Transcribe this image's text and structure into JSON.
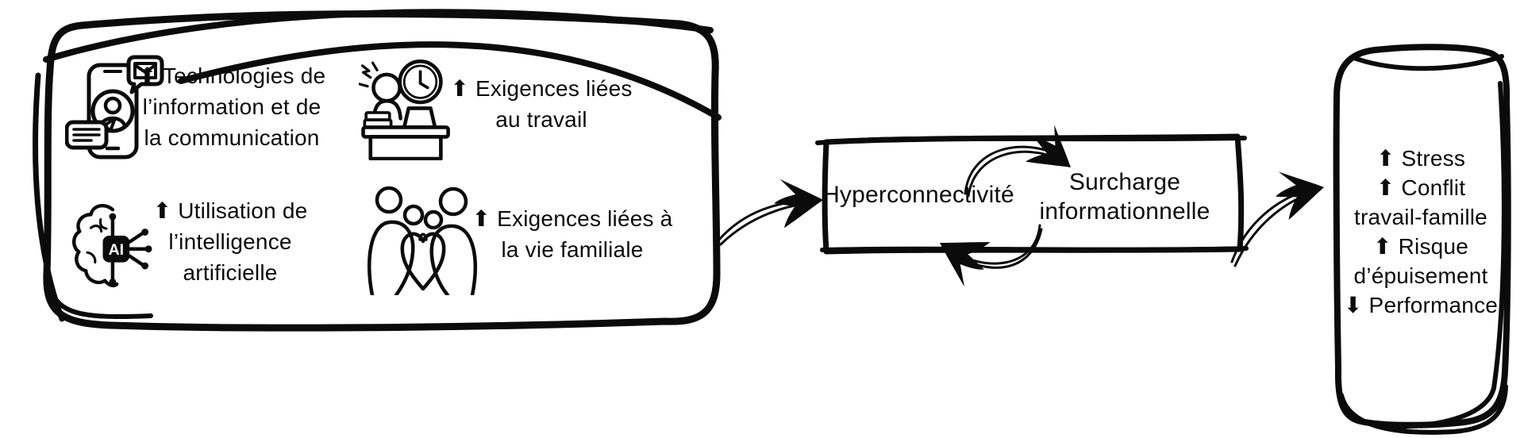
{
  "colors": {
    "ink": "#0b0b0b",
    "background": "#ffffff"
  },
  "antecedents": {
    "items": [
      {
        "icon": "smartphone-messages-icon",
        "lines": [
          "⬆ Technologies de",
          "l’information et de",
          "la communication"
        ]
      },
      {
        "icon": "stressed-worker-clock-icon",
        "lines": [
          "⬆ Exigences liées",
          "au travail"
        ]
      },
      {
        "icon": "ai-brain-chip-icon",
        "lines": [
          "⬆ Utilisation de",
          "l’intelligence",
          "artificielle"
        ]
      },
      {
        "icon": "family-heart-icon",
        "lines": [
          "⬆ Exigences liées à",
          "la vie familiale"
        ]
      }
    ]
  },
  "cycle": {
    "hyperconnectivity_label": "Hyperconnectivité",
    "information_overload_lines": [
      "Surcharge",
      "informationnelle"
    ]
  },
  "outcomes": {
    "lines": [
      "⬆ Stress",
      "⬆ Conflit",
      "travail-famille",
      "⬆ Risque",
      "d’épuisement",
      "⬇ Performance"
    ]
  }
}
